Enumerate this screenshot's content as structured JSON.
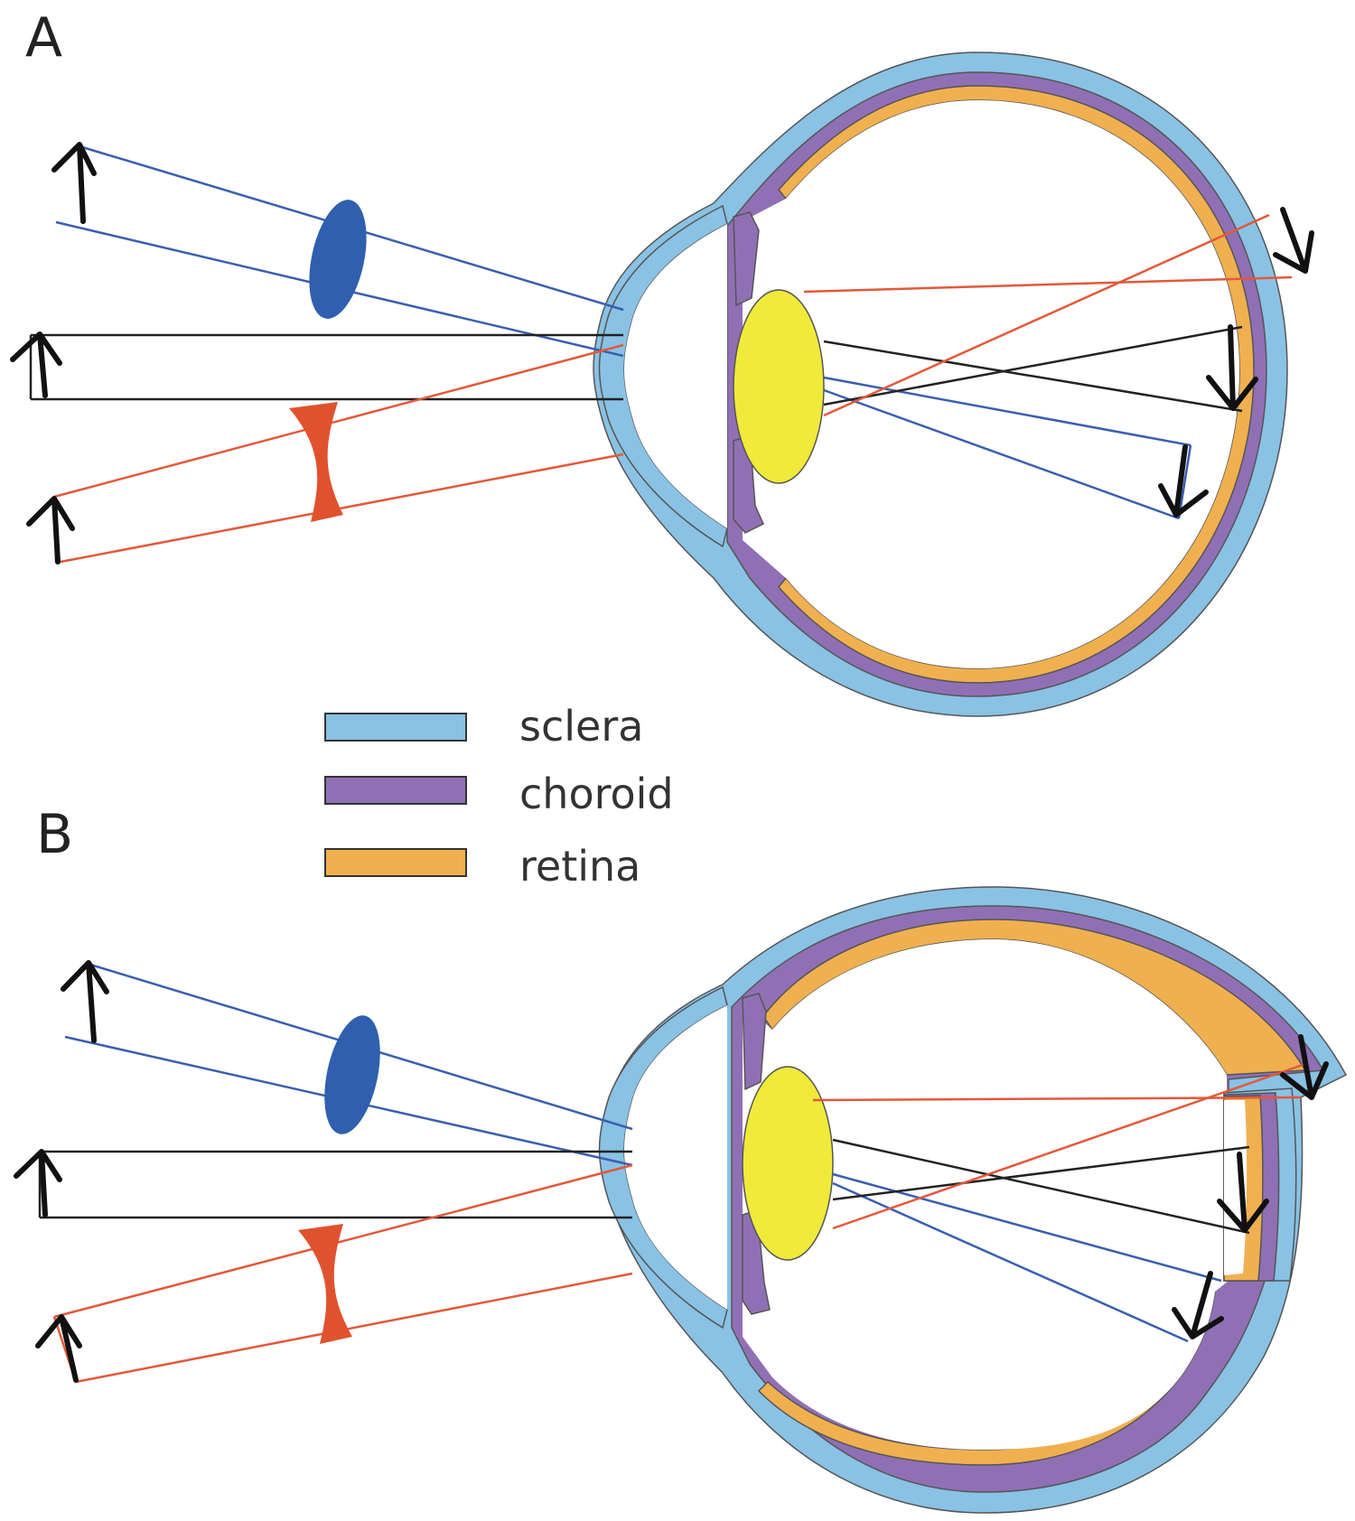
{
  "panels": [
    {
      "label": "A"
    },
    {
      "label": "B"
    }
  ],
  "legend": {
    "items": [
      {
        "label": "sclera",
        "color": "#89c2e4"
      },
      {
        "label": "choroid",
        "color": "#9070b4"
      },
      {
        "label": "retina",
        "color": "#f0b050"
      }
    ]
  },
  "colors": {
    "sclera": "#89c2e4",
    "choroid": "#9070b4",
    "retina": "#f0b050",
    "lens": "#f0ea3a",
    "convex_lens": "#2f5fae",
    "concave_lens": "#e0522e",
    "ray_blue": "#3a5fb0",
    "ray_black": "#222222",
    "ray_red": "#e4583a"
  }
}
